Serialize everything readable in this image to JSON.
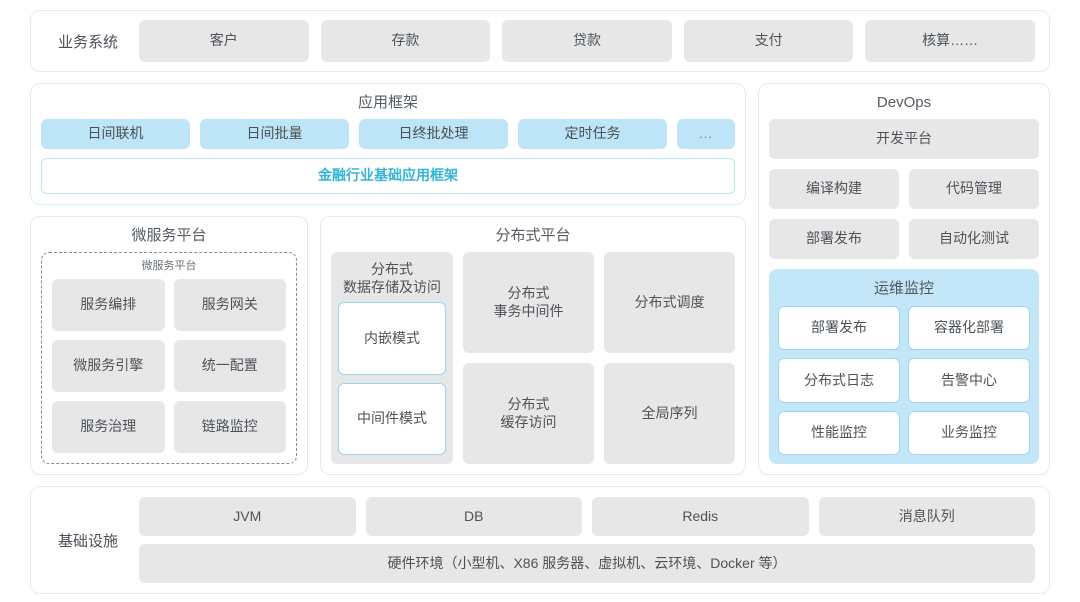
{
  "business_system": {
    "label": "业务系统",
    "items": [
      "客户",
      "存款",
      "贷款",
      "支付",
      "核算……"
    ]
  },
  "app_framework": {
    "title": "应用框架",
    "items": [
      "日间联机",
      "日间批量",
      "日终批处理",
      "定时任务"
    ],
    "ellipsis": "...",
    "base_framework": "金融行业基础应用框架"
  },
  "microservice_platform": {
    "title": "微服务平台",
    "inner_title": "微服务平台",
    "items": [
      "服务编排",
      "服务网关",
      "微服务引擎",
      "统一配置",
      "服务治理",
      "链路监控"
    ]
  },
  "distributed_platform": {
    "title": "分布式平台",
    "storage": {
      "title": "分布式\n数据存储及访问",
      "title_line1": "分布式",
      "title_line2": "数据存储及访问",
      "modes": [
        "内嵌模式",
        "中间件模式"
      ]
    },
    "cells": [
      {
        "line1": "分布式",
        "line2": "事务中间件"
      },
      {
        "line1": "分布式调度",
        "line2": ""
      },
      {
        "line1": "分布式",
        "line2": "缓存访问"
      },
      {
        "line1": "全局序列",
        "line2": ""
      }
    ]
  },
  "devops": {
    "title": "DevOps",
    "platform": "开发平台",
    "items": [
      "编译构建",
      "代码管理",
      "部署发布",
      "自动化测试"
    ],
    "ops_monitor": {
      "title": "运维监控",
      "items": [
        "部署发布",
        "容器化部署",
        "分布式日志",
        "告警中心",
        "性能监控",
        "业务监控"
      ]
    }
  },
  "infrastructure": {
    "label": "基础设施",
    "items": [
      "JVM",
      "DB",
      "Redis",
      "消息队列"
    ],
    "hardware": "硬件环境（小型机、X86 服务器、虚拟机、云环境、Docker 等）"
  },
  "colors": {
    "panel_border": "#d9eef4",
    "gray_chip": "#e7e7e8",
    "blue_chip": "#bee5f7",
    "ops_panel": "#c3e6f8",
    "accent_cyan": "#36b4d8",
    "text": "#4d5358"
  }
}
